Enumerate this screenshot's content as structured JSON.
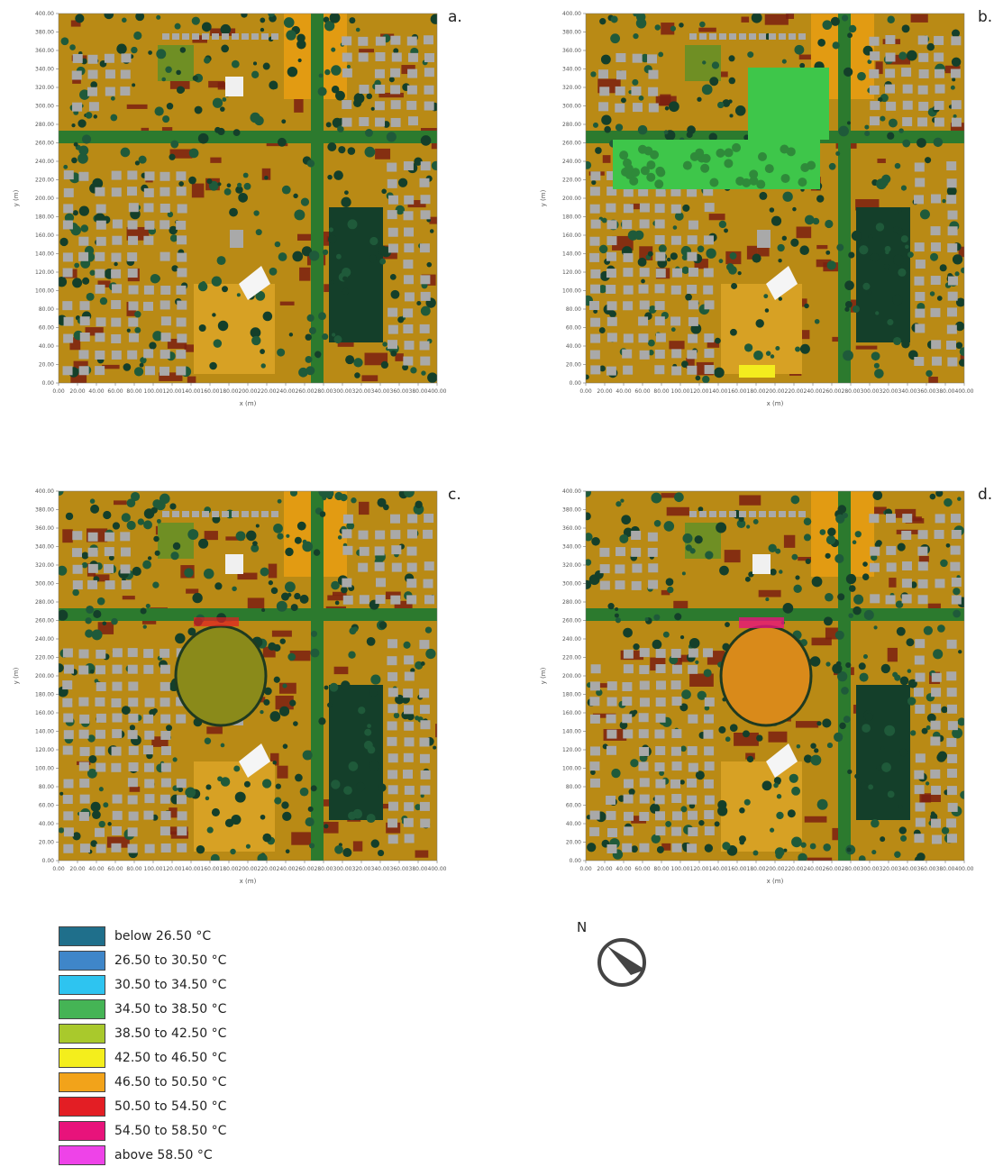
{
  "panels": [
    {
      "id": "a",
      "letter": "a.",
      "xticks": [
        "0.00",
        "20.00",
        "40.00",
        "60.00",
        "80.00",
        "100.00",
        "120.00",
        "140.00",
        "160.00",
        "180.00",
        "200.00",
        "220.00",
        "240.00",
        "260.00",
        "280.00",
        "300.00",
        "320.00",
        "340.00",
        "360.00",
        "380.00",
        "400.00"
      ],
      "yticks": [
        "400.00",
        "380.00",
        "360.00",
        "340.00",
        "320.00",
        "300.00",
        "280.00",
        "260.00",
        "240.00",
        "220.00",
        "200.00",
        "180.00",
        "160.00",
        "140.00",
        "120.00",
        "100.00",
        "80.00",
        "60.00",
        "40.00",
        "20.00",
        "0.00"
      ],
      "xlabel": "x (m)",
      "ylabel": "y (m)",
      "center_feature": "none"
    },
    {
      "id": "b",
      "letter": "b.",
      "xticks": [
        "0.00",
        "20.00",
        "40.00",
        "60.00",
        "80.00",
        "100.00",
        "120.00",
        "140.00",
        "160.00",
        "180.00",
        "200.00",
        "220.00",
        "240.00",
        "260.00",
        "280.00",
        "300.00",
        "320.00",
        "340.00",
        "360.00",
        "380.00",
        "400.00"
      ],
      "yticks": [
        "400.00",
        "380.00",
        "360.00",
        "340.00",
        "320.00",
        "300.00",
        "280.00",
        "260.00",
        "240.00",
        "220.00",
        "200.00",
        "180.00",
        "160.00",
        "140.00",
        "120.00",
        "100.00",
        "80.00",
        "60.00",
        "40.00",
        "20.00",
        "0.00"
      ],
      "xlabel": "x (m)",
      "ylabel": "y (m)",
      "center_feature": "green-park"
    },
    {
      "id": "c",
      "letter": "c.",
      "xticks": [
        "0.00",
        "20.00",
        "40.00",
        "60.00",
        "80.00",
        "100.00",
        "120.00",
        "140.00",
        "160.00",
        "180.00",
        "200.00",
        "220.00",
        "240.00",
        "260.00",
        "280.00",
        "300.00",
        "320.00",
        "340.00",
        "360.00",
        "380.00",
        "400.00"
      ],
      "yticks": [
        "400.00",
        "380.00",
        "360.00",
        "340.00",
        "320.00",
        "300.00",
        "280.00",
        "260.00",
        "240.00",
        "220.00",
        "200.00",
        "180.00",
        "160.00",
        "140.00",
        "120.00",
        "100.00",
        "80.00",
        "60.00",
        "40.00",
        "20.00",
        "0.00"
      ],
      "xlabel": "x (m)",
      "ylabel": "y (m)",
      "center_feature": "olive-ellipse"
    },
    {
      "id": "d",
      "letter": "d.",
      "xticks": [
        "0.00",
        "20.00",
        "40.00",
        "60.00",
        "80.00",
        "100.00",
        "120.00",
        "140.00",
        "160.00",
        "180.00",
        "200.00",
        "220.00",
        "240.00",
        "260.00",
        "280.00",
        "300.00",
        "320.00",
        "340.00",
        "360.00",
        "380.00",
        "400.00"
      ],
      "yticks": [
        "400.00",
        "380.00",
        "360.00",
        "340.00",
        "320.00",
        "300.00",
        "280.00",
        "260.00",
        "240.00",
        "220.00",
        "200.00",
        "180.00",
        "160.00",
        "140.00",
        "120.00",
        "100.00",
        "80.00",
        "60.00",
        "40.00",
        "20.00",
        "0.00"
      ],
      "xlabel": "x (m)",
      "ylabel": "y (m)",
      "center_feature": "orange-ellipse"
    }
  ],
  "legend": [
    {
      "label": "below 26.50 °C",
      "color": "#1f6f8b"
    },
    {
      "label": "26.50 to 30.50 °C",
      "color": "#3f86c9"
    },
    {
      "label": "30.50 to 34.50 °C",
      "color": "#2ec4f0"
    },
    {
      "label": "34.50 to 38.50 °C",
      "color": "#45b455"
    },
    {
      "label": "38.50 to 42.50 °C",
      "color": "#a9c92c"
    },
    {
      "label": "42.50 to 46.50 °C",
      "color": "#f4ee1c"
    },
    {
      "label": "46.50 to 50.50 °C",
      "color": "#f2a31a"
    },
    {
      "label": "50.50 to 54.50 °C",
      "color": "#e31e24"
    },
    {
      "label": "54.50 to 58.50 °C",
      "color": "#e8137b"
    },
    {
      "label": "above 58.50 °C",
      "color": "#ee43e8"
    }
  ],
  "north_arrow": {
    "label": "N",
    "icon": "compass-north-icon"
  },
  "colors": {
    "base": "#b98a15",
    "tree": "#1f5a3a",
    "tree_dark": "#143f2a",
    "building": "#a9a9a9",
    "road": "#2c7a2e",
    "hot": "#7b1e10",
    "park_green": "#3ec64a",
    "olive": "#8a8a1a",
    "orange_disc": "#d98a1a"
  }
}
